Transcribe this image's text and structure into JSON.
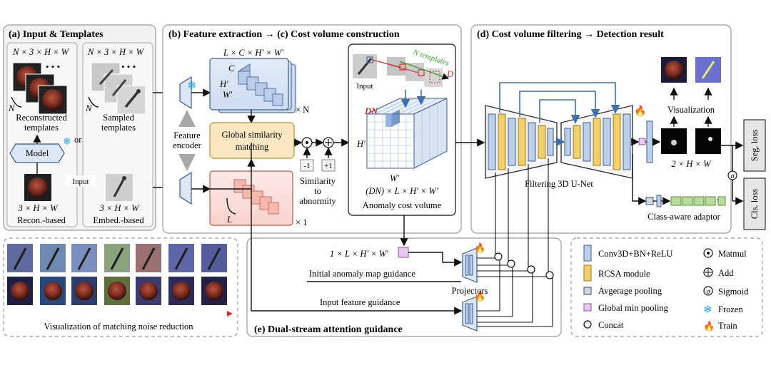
{
  "panels": {
    "a": {
      "title": "(a) Input & Templates"
    },
    "b": {
      "title": "(b) Feature extraction → (c) Cost volume construction"
    },
    "d": {
      "title": "(d) Cost volume filtering → Detection result"
    },
    "e": {
      "title": "(e) Dual-stream attention guidance"
    }
  },
  "panel_a": {
    "recon_dims": "N × 3 × H × W",
    "sampled_dims": "N × 3 × H × W",
    "recon_templates": [
      "Reconstructed",
      "templates"
    ],
    "sampled_templates": [
      "Sampled",
      "templates"
    ],
    "n_label": "N",
    "or": "or",
    "model": "Model",
    "input": "Input",
    "input_dims_left": "3 × H × W",
    "input_dims_right": "3 × H × W",
    "recon_based": "Recon.-based",
    "embed_based": "Embed.-based",
    "ellipsis": "• • •"
  },
  "panel_b": {
    "feat_dims": "L × C × H′ × W′",
    "c": "C",
    "h": "H′",
    "w": "W′",
    "times_n": "× N",
    "times_1": "× 1",
    "feature_encoder": [
      "Feature",
      "encoder"
    ],
    "global_sim": [
      "Global similarity",
      "matching"
    ],
    "l": "L",
    "minus1": "-1",
    "plus1": "+1",
    "sim_to_abn": [
      "Similarity",
      "to",
      "abnormity"
    ]
  },
  "panel_c": {
    "input": "Input",
    "n_templates": "N templates",
    "d": "D",
    "dn": "DN",
    "h": "H′",
    "w": "W′",
    "volume_dims": "(DN) × L × H′ × W′",
    "caption": "Anomaly cost volume"
  },
  "panel_d": {
    "visualization": "Visualization",
    "out_dims": "2 × H × W",
    "filtering": "Filtering 3D U-Net",
    "seg_loss": "Seg. loss",
    "cls_loss": "Cls. loss",
    "adaptor": "Class-aware adaptor",
    "dots": "•••"
  },
  "panel_e": {
    "map_dims": "1 × L × H′ × W′",
    "initial_guidance": "Initial anomaly map guidance",
    "input_guidance": "Input feature guidance",
    "projectors": "Projectors"
  },
  "legend": {
    "conv": "Conv3D+BN+ReLU",
    "rcsa": "RCSA module",
    "avg": "Avgerage pooling",
    "min": "Global min pooling",
    "concat": "Concat",
    "matmul": "Matmul",
    "add": "Add",
    "sigmoid": "Sigmoid",
    "frozen": "Frozen",
    "train": "Train"
  },
  "noise_caption": "Visualization of matching noise reduction",
  "colors": {
    "conv_blue": "#bcd0ea",
    "rcsa_yellow": "#f2cf6b",
    "min_pool_purple": "#e8c8ee",
    "frozen_blue": "#2aa3e0",
    "train_orange": "#f07a22",
    "template_green": "#3c9a2c",
    "red": "#d42a2a"
  }
}
